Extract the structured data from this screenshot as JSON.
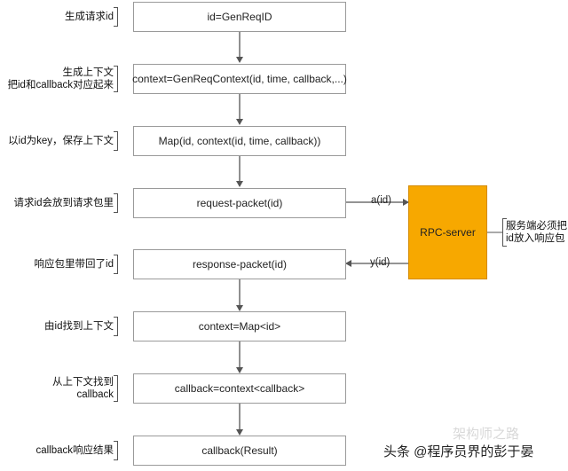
{
  "steps": [
    {
      "box": "id=GenReqID",
      "note": [
        "生成请求id"
      ]
    },
    {
      "box": "context=GenReqContext(id, time, callback,...)",
      "note": [
        "生成上下文",
        "把id和callback对应起来"
      ]
    },
    {
      "box": "Map(id, context(id, time, callback))",
      "note": [
        "以id为key，保存上下文"
      ]
    },
    {
      "box": "request-packet(id)",
      "note": [
        "请求id会放到请求包里"
      ]
    },
    {
      "box": "response-packet(id)",
      "note": [
        "响应包里带回了id"
      ]
    },
    {
      "box": "context=Map<id>",
      "note": [
        "由id找到上下文"
      ]
    },
    {
      "box": "callback=context<callback>",
      "note": [
        "从上下文找到",
        "callback"
      ]
    },
    {
      "box": "callback(Result)",
      "note": [
        "callback响应结果"
      ]
    }
  ],
  "server": {
    "label": "RPC-server",
    "color": "#f7a800",
    "note": [
      "服务端必须把",
      "id放入响应包"
    ]
  },
  "edges": {
    "to_server": "a(id)",
    "from_server": "y(id)"
  },
  "watermark": "架构师之路",
  "credit": "头条 @程序员界的彭于晏"
}
